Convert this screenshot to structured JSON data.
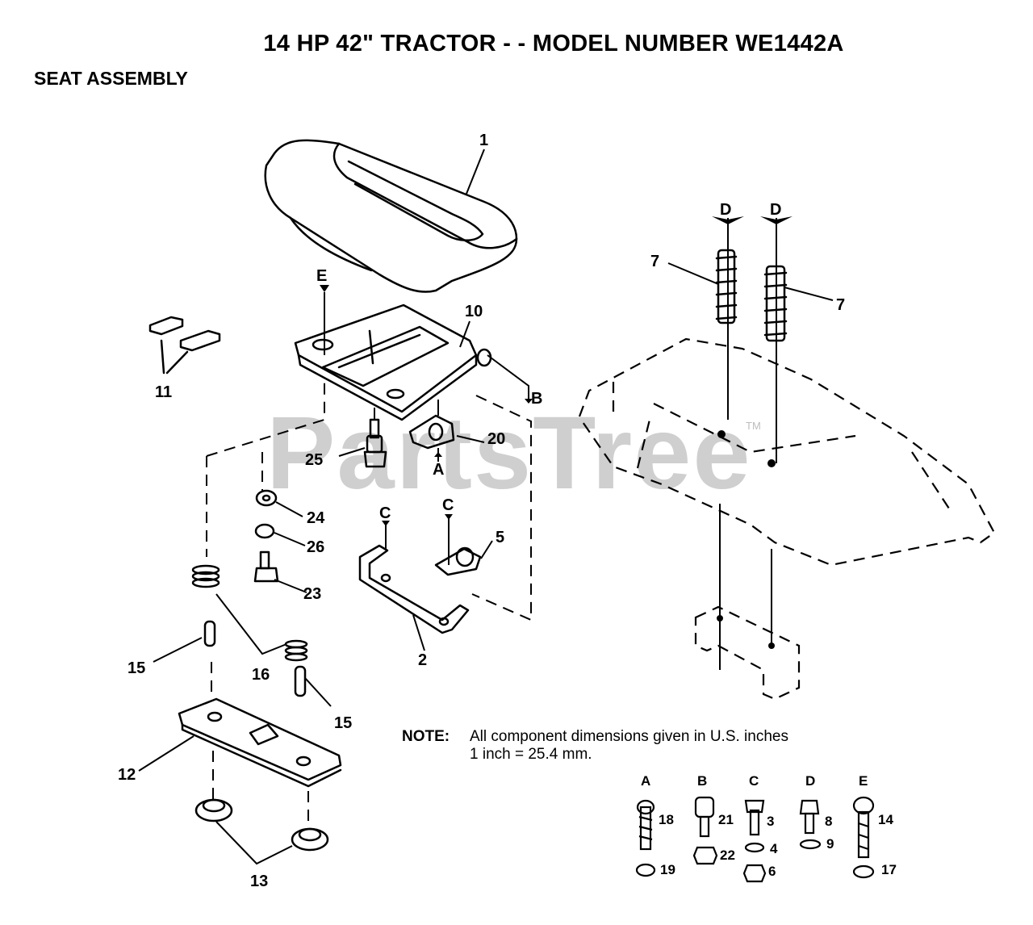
{
  "header": {
    "title": "14 HP 42\" TRACTOR - - MODEL NUMBER WE1442A",
    "subtitle": "SEAT ASSEMBLY"
  },
  "watermark": {
    "text": "PartsTree",
    "tm": "TM"
  },
  "callouts": {
    "p1": "1",
    "p2": "2",
    "p5": "5",
    "p7a": "7",
    "p7b": "7",
    "p10": "10",
    "p11": "11",
    "p12": "12",
    "p13": "13",
    "p15a": "15",
    "p15b": "15",
    "p16": "16",
    "p20": "20",
    "p23": "23",
    "p24": "24",
    "p25": "25",
    "p26": "26",
    "lA": "A",
    "lB": "B",
    "lC1": "C",
    "lC2": "C",
    "lD1": "D",
    "lD2": "D",
    "lE": "E"
  },
  "note": {
    "label": "NOTE:",
    "line1": "All component dimensions given in U.S. inches",
    "line2": "1 inch = 25.4 mm."
  },
  "hardware": [
    {
      "letter": "A",
      "items": [
        "18",
        "19"
      ]
    },
    {
      "letter": "B",
      "items": [
        "21",
        "22"
      ]
    },
    {
      "letter": "C",
      "items": [
        "3",
        "4",
        "6"
      ]
    },
    {
      "letter": "D",
      "items": [
        "8",
        "9"
      ]
    },
    {
      "letter": "E",
      "items": [
        "14",
        "17"
      ]
    }
  ]
}
